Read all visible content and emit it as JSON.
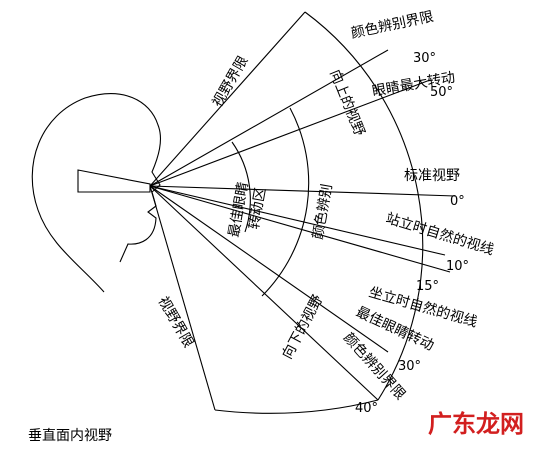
{
  "labels": {
    "upper_field_limit": "视野界限",
    "lower_field_limit": "视野界限",
    "color_limit_upper": "颜色辨别界限",
    "eye_rotation_max_upper": "眼睛最大转动",
    "deg_30_up": "30°",
    "deg_50_up": "50°",
    "upward_view": "向上的视野",
    "standard_view": "标准视野",
    "deg_0": "0°",
    "best_eye_zone_line1": "最佳眼睛",
    "best_eye_zone_line2": "转动区",
    "color_discrimination": "颜色辨别",
    "standing_natural": "站立时自然的视线",
    "deg_10": "10°",
    "deg_15": "15°",
    "sitting_natural": "坐立时自然的视线",
    "best_eye_rotation": "最佳眼睛转动",
    "deg_30_down": "30°",
    "downward_view": "向下的视野",
    "color_limit_lower": "颜色辨别界限",
    "deg_40_down": "40°",
    "caption": "垂直面内视野"
  },
  "watermark": {
    "text": "广东龙网",
    "color": "#d21f1f"
  }
}
